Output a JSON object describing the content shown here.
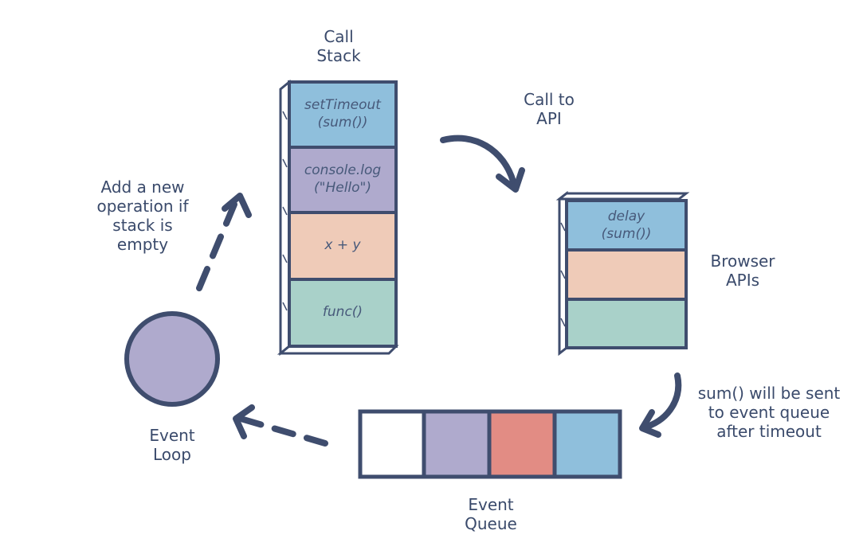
{
  "colors": {
    "ink": "#3f4d6e",
    "blue": "#8fbfdc",
    "purple": "#afaacd",
    "peach": "#efcbb8",
    "teal": "#a9d1c9",
    "red": "#e28c84",
    "white": "#ffffff"
  },
  "call_stack": {
    "title": "Call\nStack",
    "items": [
      {
        "text": "setTimeout\n(sum())",
        "color": "blue"
      },
      {
        "text": "console.log\n(\"Hello\")",
        "color": "purple"
      },
      {
        "text": "x + y",
        "color": "peach"
      },
      {
        "text": "func()",
        "color": "teal"
      }
    ]
  },
  "browser_apis": {
    "title": "Browser\nAPIs",
    "items": [
      {
        "text": "delay\n(sum())",
        "color": "blue"
      },
      {
        "text": "",
        "color": "peach"
      },
      {
        "text": "",
        "color": "teal"
      }
    ]
  },
  "event_queue": {
    "title": "Event\nQueue",
    "cells": [
      "white",
      "purple",
      "red",
      "blue"
    ]
  },
  "event_loop": {
    "title": "Event\nLoop",
    "icon": "circle-icon",
    "color": "purple"
  },
  "annotations": {
    "call_to_api": "Call to\nAPI",
    "sent_to_queue": "sum() will be sent\nto event queue\nafter timeout",
    "add_new_operation": "Add a new\noperation if\nstack is\nempty"
  }
}
